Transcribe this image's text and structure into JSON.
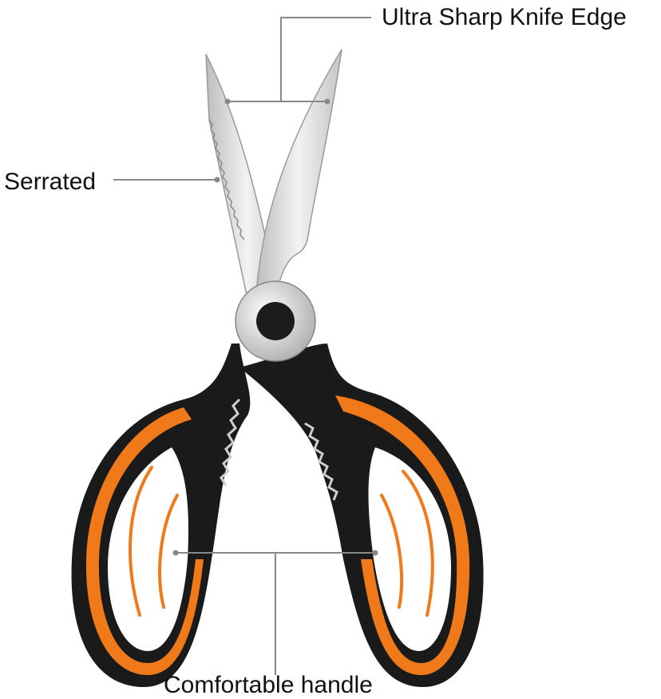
{
  "labels": {
    "blade_edge": "Ultra Sharp Knife Edge",
    "serrated": "Serrated",
    "handle": "Comfortable handle"
  },
  "colors": {
    "handle_black": "#1a1a1a",
    "handle_orange": "#f07a1a",
    "blade_steel": "#d8d8d8",
    "callout_line": "#888888"
  }
}
